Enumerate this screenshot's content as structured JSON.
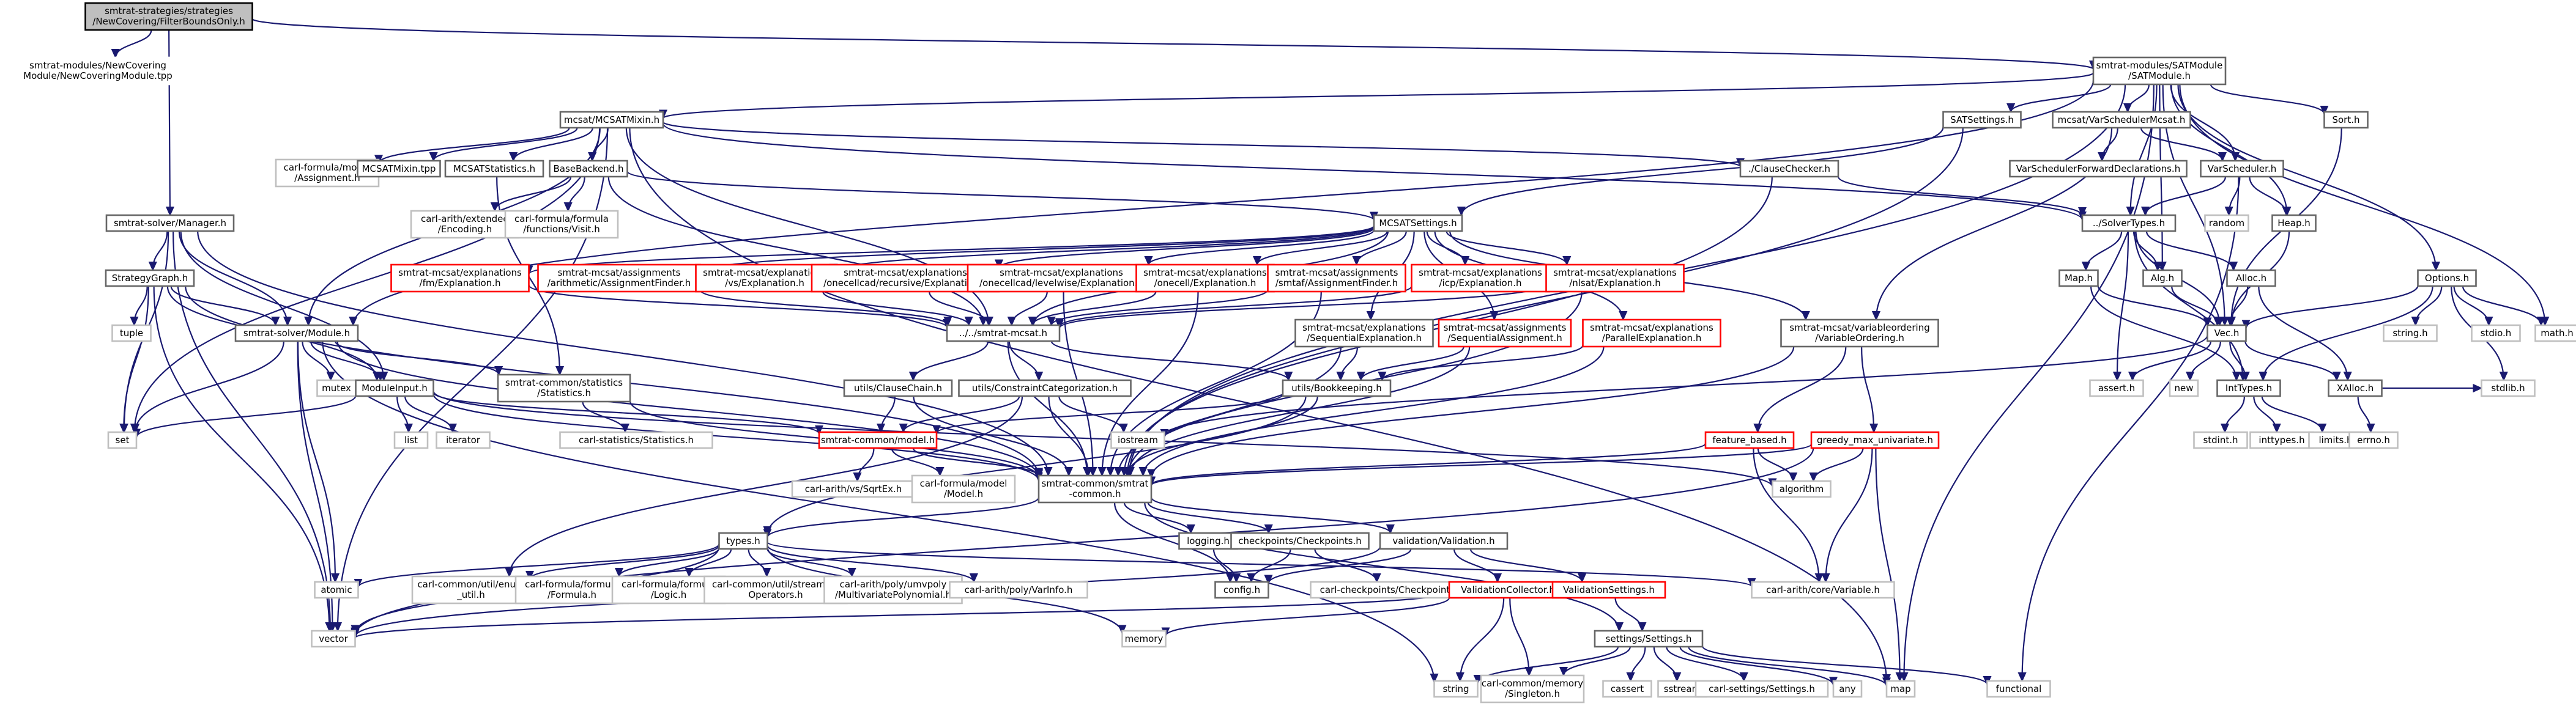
{
  "colors": {
    "edge": "#191970",
    "root_fill": "#bfbfbf",
    "root_border": "#000000",
    "node_border": "#666666",
    "incomplete_border": "#ff0000",
    "system_border": "#bfbfbf",
    "system_text": "#555555"
  },
  "nodes": [
    {
      "id": "n0",
      "lines": [
        "smtrat-strategies/strategies",
        "/NewCovering/FilterBoundsOnly.h"
      ],
      "kind": "root"
    },
    {
      "id": "n1",
      "lines": [
        "smtrat-modules/NewCovering",
        "Module/NewCoveringModule.tpp"
      ],
      "kind": "plain"
    },
    {
      "id": "n2",
      "lines": [
        "smtrat-modules/SATModule",
        "/SATModule.h"
      ],
      "kind": "normal"
    },
    {
      "id": "n3",
      "lines": [
        "smtrat-solver/Manager.h"
      ],
      "kind": "normal"
    },
    {
      "id": "n4",
      "lines": [
        "mcsat/MCSATMixin.h"
      ],
      "kind": "normal"
    },
    {
      "id": "n5",
      "lines": [
        "SATSettings.h"
      ],
      "kind": "normal"
    },
    {
      "id": "n6",
      "lines": [
        "mcsat/VarSchedulerMcsat.h"
      ],
      "kind": "normal"
    },
    {
      "id": "n7",
      "lines": [
        "Sort.h"
      ],
      "kind": "normal"
    },
    {
      "id": "n8",
      "lines": [
        "carl-formula/model",
        "/Assignment.h"
      ],
      "kind": "system"
    },
    {
      "id": "n9",
      "lines": [
        "MCSATMixin.tpp"
      ],
      "kind": "normal"
    },
    {
      "id": "n10",
      "lines": [
        "MCSATStatistics.h"
      ],
      "kind": "normal"
    },
    {
      "id": "n11",
      "lines": [
        "BaseBackend.h"
      ],
      "kind": "normal"
    },
    {
      "id": "n12",
      "lines": [
        "./ClauseChecker.h"
      ],
      "kind": "normal"
    },
    {
      "id": "n13",
      "lines": [
        "VarSchedulerForwardDeclarations.h"
      ],
      "kind": "normal"
    },
    {
      "id": "n14",
      "lines": [
        "VarScheduler.h"
      ],
      "kind": "normal"
    },
    {
      "id": "n15",
      "lines": [
        "carl-arith/extended",
        "/Encoding.h"
      ],
      "kind": "system"
    },
    {
      "id": "n16",
      "lines": [
        "carl-formula/formula",
        "/functions/Visit.h"
      ],
      "kind": "system"
    },
    {
      "id": "n17",
      "lines": [
        "MCSATSettings.h"
      ],
      "kind": "normal"
    },
    {
      "id": "n18",
      "lines": [
        "../SolverTypes.h"
      ],
      "kind": "normal"
    },
    {
      "id": "n19",
      "lines": [
        "random"
      ],
      "kind": "system"
    },
    {
      "id": "n20",
      "lines": [
        "Heap.h"
      ],
      "kind": "normal"
    },
    {
      "id": "n21",
      "lines": [
        "StrategyGraph.h"
      ],
      "kind": "normal"
    },
    {
      "id": "n22",
      "lines": [
        "smtrat-mcsat/explanations",
        "/fm/Explanation.h"
      ],
      "kind": "incomplete"
    },
    {
      "id": "n23",
      "lines": [
        "smtrat-mcsat/assignments",
        "/arithmetic/AssignmentFinder.h"
      ],
      "kind": "incomplete"
    },
    {
      "id": "n24",
      "lines": [
        "smtrat-mcsat/explanations",
        "/vs/Explanation.h"
      ],
      "kind": "incomplete"
    },
    {
      "id": "n25",
      "lines": [
        "smtrat-mcsat/explanations",
        "/onecellcad/recursive/Explanation.h"
      ],
      "kind": "incomplete"
    },
    {
      "id": "n26",
      "lines": [
        "smtrat-mcsat/explanations",
        "/onecellcad/levelwise/Explanation.h"
      ],
      "kind": "incomplete"
    },
    {
      "id": "n27",
      "lines": [
        "smtrat-mcsat/explanations",
        "/onecell/Explanation.h"
      ],
      "kind": "incomplete"
    },
    {
      "id": "n28",
      "lines": [
        "smtrat-mcsat/assignments",
        "/smtaf/AssignmentFinder.h"
      ],
      "kind": "incomplete"
    },
    {
      "id": "n29",
      "lines": [
        "smtrat-mcsat/explanations",
        "/icp/Explanation.h"
      ],
      "kind": "incomplete"
    },
    {
      "id": "n30",
      "lines": [
        "smtrat-mcsat/explanations",
        "/nlsat/Explanation.h"
      ],
      "kind": "incomplete"
    },
    {
      "id": "n31",
      "lines": [
        "Map.h"
      ],
      "kind": "normal"
    },
    {
      "id": "n32",
      "lines": [
        "Alg.h"
      ],
      "kind": "normal"
    },
    {
      "id": "n33",
      "lines": [
        "Alloc.h"
      ],
      "kind": "normal"
    },
    {
      "id": "n34",
      "lines": [
        "Options.h"
      ],
      "kind": "normal"
    },
    {
      "id": "n35",
      "lines": [
        "tuple"
      ],
      "kind": "system"
    },
    {
      "id": "n36",
      "lines": [
        "smtrat-solver/Module.h"
      ],
      "kind": "normal"
    },
    {
      "id": "n37",
      "lines": [
        "../../smtrat-mcsat.h"
      ],
      "kind": "normal"
    },
    {
      "id": "n38",
      "lines": [
        "smtrat-mcsat/explanations",
        "/SequentialExplanation.h"
      ],
      "kind": "normal"
    },
    {
      "id": "n39",
      "lines": [
        "smtrat-mcsat/assignments",
        "/SequentialAssignment.h"
      ],
      "kind": "incomplete"
    },
    {
      "id": "n40",
      "lines": [
        "smtrat-mcsat/explanations",
        "/ParallelExplanation.h"
      ],
      "kind": "incomplete"
    },
    {
      "id": "n41",
      "lines": [
        "smtrat-mcsat/variableordering",
        "/VariableOrdering.h"
      ],
      "kind": "normal"
    },
    {
      "id": "n42",
      "lines": [
        "Vec.h"
      ],
      "kind": "normal"
    },
    {
      "id": "n43",
      "lines": [
        "string.h"
      ],
      "kind": "system"
    },
    {
      "id": "n44",
      "lines": [
        "stdio.h"
      ],
      "kind": "system"
    },
    {
      "id": "n45",
      "lines": [
        "math.h"
      ],
      "kind": "system"
    },
    {
      "id": "n46",
      "lines": [
        "mutex"
      ],
      "kind": "system"
    },
    {
      "id": "n47",
      "lines": [
        "smtrat-common/statistics",
        "/Statistics.h"
      ],
      "kind": "normal"
    },
    {
      "id": "n48",
      "lines": [
        "ModuleInput.h"
      ],
      "kind": "normal"
    },
    {
      "id": "n49",
      "lines": [
        "utils/ClauseChain.h"
      ],
      "kind": "normal"
    },
    {
      "id": "n50",
      "lines": [
        "utils/ConstraintCategorization.h"
      ],
      "kind": "normal"
    },
    {
      "id": "n51",
      "lines": [
        "utils/Bookkeeping.h"
      ],
      "kind": "normal"
    },
    {
      "id": "n52",
      "lines": [
        "assert.h"
      ],
      "kind": "system"
    },
    {
      "id": "n53",
      "lines": [
        "new"
      ],
      "kind": "system"
    },
    {
      "id": "n54",
      "lines": [
        "IntTypes.h"
      ],
      "kind": "normal"
    },
    {
      "id": "n55",
      "lines": [
        "XAlloc.h"
      ],
      "kind": "normal"
    },
    {
      "id": "n56",
      "lines": [
        "stdlib.h"
      ],
      "kind": "system"
    },
    {
      "id": "n57",
      "lines": [
        "set"
      ],
      "kind": "system"
    },
    {
      "id": "n58",
      "lines": [
        "list"
      ],
      "kind": "system"
    },
    {
      "id": "n59",
      "lines": [
        "iterator"
      ],
      "kind": "system"
    },
    {
      "id": "n60",
      "lines": [
        "carl-statistics/Statistics.h"
      ],
      "kind": "system"
    },
    {
      "id": "n61",
      "lines": [
        "smtrat-common/model.h"
      ],
      "kind": "incomplete"
    },
    {
      "id": "n62",
      "lines": [
        "iostream"
      ],
      "kind": "system"
    },
    {
      "id": "n63",
      "lines": [
        "feature_based.h"
      ],
      "kind": "incomplete"
    },
    {
      "id": "n64",
      "lines": [
        "greedy_max_univariate.h"
      ],
      "kind": "incomplete"
    },
    {
      "id": "n65",
      "lines": [
        "stdint.h"
      ],
      "kind": "system"
    },
    {
      "id": "n66",
      "lines": [
        "inttypes.h"
      ],
      "kind": "system"
    },
    {
      "id": "n67",
      "lines": [
        "limits.h"
      ],
      "kind": "system"
    },
    {
      "id": "n68",
      "lines": [
        "errno.h"
      ],
      "kind": "system"
    },
    {
      "id": "n69",
      "lines": [
        "carl-arith/vs/SqrtEx.h"
      ],
      "kind": "system"
    },
    {
      "id": "n70",
      "lines": [
        "carl-formula/model",
        "/Model.h"
      ],
      "kind": "system"
    },
    {
      "id": "n71",
      "lines": [
        "smtrat-common/smtrat",
        "-common.h"
      ],
      "kind": "normal"
    },
    {
      "id": "n72",
      "lines": [
        "algorithm"
      ],
      "kind": "system"
    },
    {
      "id": "n73",
      "lines": [
        "types.h"
      ],
      "kind": "normal"
    },
    {
      "id": "n74",
      "lines": [
        "logging.h"
      ],
      "kind": "normal"
    },
    {
      "id": "n75",
      "lines": [
        "checkpoints/Checkpoints.h"
      ],
      "kind": "normal"
    },
    {
      "id": "n76",
      "lines": [
        "validation/Validation.h"
      ],
      "kind": "normal"
    },
    {
      "id": "n77",
      "lines": [
        "atomic"
      ],
      "kind": "system"
    },
    {
      "id": "n78",
      "lines": [
        "carl-common/util/enum",
        "_util.h"
      ],
      "kind": "system"
    },
    {
      "id": "n79",
      "lines": [
        "carl-formula/formula",
        "/Formula.h"
      ],
      "kind": "system"
    },
    {
      "id": "n80",
      "lines": [
        "carl-formula/formula",
        "/Logic.h"
      ],
      "kind": "system"
    },
    {
      "id": "n81",
      "lines": [
        "carl-common/util/streaming",
        "Operators.h"
      ],
      "kind": "system"
    },
    {
      "id": "n82",
      "lines": [
        "carl-arith/poly/umvpoly",
        "/MultivariatePolynomial.h"
      ],
      "kind": "system"
    },
    {
      "id": "n83",
      "lines": [
        "carl-arith/poly/VarInfo.h"
      ],
      "kind": "system"
    },
    {
      "id": "n84",
      "lines": [
        "config.h"
      ],
      "kind": "normal"
    },
    {
      "id": "n85",
      "lines": [
        "carl-checkpoints/Checkpoints.h"
      ],
      "kind": "system"
    },
    {
      "id": "n86",
      "lines": [
        "ValidationCollector.h"
      ],
      "kind": "incomplete"
    },
    {
      "id": "n87",
      "lines": [
        "ValidationSettings.h"
      ],
      "kind": "incomplete"
    },
    {
      "id": "n88",
      "lines": [
        "carl-arith/core/Variable.h"
      ],
      "kind": "system"
    },
    {
      "id": "n89",
      "lines": [
        "vector"
      ],
      "kind": "system"
    },
    {
      "id": "n90",
      "lines": [
        "memory"
      ],
      "kind": "system"
    },
    {
      "id": "n91",
      "lines": [
        "settings/Settings.h"
      ],
      "kind": "normal"
    },
    {
      "id": "n92",
      "lines": [
        "string"
      ],
      "kind": "system"
    },
    {
      "id": "n93",
      "lines": [
        "carl-common/memory",
        "/Singleton.h"
      ],
      "kind": "system"
    },
    {
      "id": "n94",
      "lines": [
        "cassert"
      ],
      "kind": "system"
    },
    {
      "id": "n95",
      "lines": [
        "sstream"
      ],
      "kind": "system"
    },
    {
      "id": "n96",
      "lines": [
        "carl-settings/Settings.h"
      ],
      "kind": "system"
    },
    {
      "id": "n97",
      "lines": [
        "any"
      ],
      "kind": "system"
    },
    {
      "id": "n98",
      "lines": [
        "map"
      ],
      "kind": "system"
    },
    {
      "id": "n99",
      "lines": [
        "functional"
      ],
      "kind": "system"
    }
  ],
  "edges": [
    [
      "n0",
      "n1"
    ],
    [
      "n0",
      "n2"
    ],
    [
      "n0",
      "n3"
    ],
    [
      "n2",
      "n4"
    ],
    [
      "n2",
      "n5"
    ],
    [
      "n2",
      "n6"
    ],
    [
      "n2",
      "n7"
    ],
    [
      "n2",
      "n14"
    ],
    [
      "n2",
      "n18"
    ],
    [
      "n2",
      "n20"
    ],
    [
      "n2",
      "n32"
    ],
    [
      "n2",
      "n34"
    ],
    [
      "n2",
      "n42"
    ],
    [
      "n2",
      "n45"
    ],
    [
      "n2",
      "n71"
    ],
    [
      "n2",
      "n98"
    ],
    [
      "n2",
      "n36"
    ],
    [
      "n4",
      "n8"
    ],
    [
      "n4",
      "n9"
    ],
    [
      "n4",
      "n10"
    ],
    [
      "n4",
      "n11"
    ],
    [
      "n4",
      "n12"
    ],
    [
      "n4",
      "n18"
    ],
    [
      "n4",
      "n37"
    ],
    [
      "n4",
      "n57"
    ],
    [
      "n4",
      "n89"
    ],
    [
      "n4",
      "n36"
    ],
    [
      "n4",
      "n98"
    ],
    [
      "n5",
      "n17"
    ],
    [
      "n5",
      "n71"
    ],
    [
      "n6",
      "n13"
    ],
    [
      "n6",
      "n14"
    ],
    [
      "n6",
      "n41"
    ],
    [
      "n7",
      "n42"
    ],
    [
      "n10",
      "n47"
    ],
    [
      "n11",
      "n15"
    ],
    [
      "n11",
      "n16"
    ],
    [
      "n11",
      "n17"
    ],
    [
      "n11",
      "n37"
    ],
    [
      "n12",
      "n18"
    ],
    [
      "n12",
      "n71"
    ],
    [
      "n14",
      "n18"
    ],
    [
      "n14",
      "n19"
    ],
    [
      "n14",
      "n20"
    ],
    [
      "n14",
      "n99"
    ],
    [
      "n17",
      "n22"
    ],
    [
      "n17",
      "n23"
    ],
    [
      "n17",
      "n24"
    ],
    [
      "n17",
      "n25"
    ],
    [
      "n17",
      "n26"
    ],
    [
      "n17",
      "n27"
    ],
    [
      "n17",
      "n28"
    ],
    [
      "n17",
      "n29"
    ],
    [
      "n17",
      "n30"
    ],
    [
      "n17",
      "n38"
    ],
    [
      "n17",
      "n39"
    ],
    [
      "n17",
      "n40"
    ],
    [
      "n17",
      "n41"
    ],
    [
      "n17",
      "n37"
    ],
    [
      "n18",
      "n31"
    ],
    [
      "n18",
      "n32"
    ],
    [
      "n18",
      "n33"
    ],
    [
      "n18",
      "n42"
    ],
    [
      "n18",
      "n54"
    ],
    [
      "n18",
      "n52"
    ],
    [
      "n20",
      "n42"
    ],
    [
      "n31",
      "n42"
    ],
    [
      "n31",
      "n54"
    ],
    [
      "n32",
      "n42"
    ],
    [
      "n33",
      "n42"
    ],
    [
      "n33",
      "n55"
    ],
    [
      "n3",
      "n21"
    ],
    [
      "n3",
      "n36"
    ],
    [
      "n3",
      "n48"
    ],
    [
      "n3",
      "n71"
    ],
    [
      "n3",
      "n57"
    ],
    [
      "n3",
      "n89"
    ],
    [
      "n21",
      "n35"
    ],
    [
      "n21",
      "n36"
    ],
    [
      "n21",
      "n48"
    ],
    [
      "n21",
      "n57"
    ],
    [
      "n21",
      "n71"
    ],
    [
      "n21",
      "n89"
    ],
    [
      "n22",
      "n37"
    ],
    [
      "n23",
      "n37"
    ],
    [
      "n24",
      "n37"
    ],
    [
      "n25",
      "n37"
    ],
    [
      "n26",
      "n37"
    ],
    [
      "n26",
      "n71"
    ],
    [
      "n27",
      "n37"
    ],
    [
      "n27",
      "n71"
    ],
    [
      "n28",
      "n37"
    ],
    [
      "n28",
      "n71"
    ],
    [
      "n29",
      "n37"
    ],
    [
      "n30",
      "n37"
    ],
    [
      "n30",
      "n71"
    ],
    [
      "n34",
      "n42"
    ],
    [
      "n34",
      "n43"
    ],
    [
      "n34",
      "n44"
    ],
    [
      "n34",
      "n45"
    ],
    [
      "n34",
      "n54"
    ],
    [
      "n34",
      "n56"
    ],
    [
      "n36",
      "n46"
    ],
    [
      "n36",
      "n47"
    ],
    [
      "n36",
      "n48"
    ],
    [
      "n36",
      "n57"
    ],
    [
      "n36",
      "n71"
    ],
    [
      "n36",
      "n77"
    ],
    [
      "n36",
      "n89"
    ],
    [
      "n36",
      "n92"
    ],
    [
      "n37",
      "n49"
    ],
    [
      "n37",
      "n50"
    ],
    [
      "n37",
      "n51"
    ],
    [
      "n37",
      "n71"
    ],
    [
      "n38",
      "n51"
    ],
    [
      "n38",
      "n71"
    ],
    [
      "n39",
      "n51"
    ],
    [
      "n39",
      "n71"
    ],
    [
      "n40",
      "n51"
    ],
    [
      "n40",
      "n71"
    ],
    [
      "n41",
      "n63"
    ],
    [
      "n41",
      "n64"
    ],
    [
      "n41",
      "n71"
    ],
    [
      "n42",
      "n52"
    ],
    [
      "n42",
      "n53"
    ],
    [
      "n42",
      "n54"
    ],
    [
      "n42",
      "n55"
    ],
    [
      "n42",
      "n62"
    ],
    [
      "n47",
      "n60"
    ],
    [
      "n47",
      "n71"
    ],
    [
      "n48",
      "n57"
    ],
    [
      "n48",
      "n58"
    ],
    [
      "n48",
      "n59"
    ],
    [
      "n48",
      "n61"
    ],
    [
      "n48",
      "n71"
    ],
    [
      "n48",
      "n72"
    ],
    [
      "n49",
      "n61"
    ],
    [
      "n49",
      "n71"
    ],
    [
      "n50",
      "n61"
    ],
    [
      "n50",
      "n62"
    ],
    [
      "n50",
      "n71"
    ],
    [
      "n50",
      "n78"
    ],
    [
      "n51",
      "n61"
    ],
    [
      "n51",
      "n71"
    ],
    [
      "n51",
      "n73"
    ],
    [
      "n54",
      "n65"
    ],
    [
      "n54",
      "n66"
    ],
    [
      "n54",
      "n67"
    ],
    [
      "n55",
      "n56"
    ],
    [
      "n55",
      "n68"
    ],
    [
      "n61",
      "n69"
    ],
    [
      "n61",
      "n70"
    ],
    [
      "n61",
      "n71"
    ],
    [
      "n63",
      "n71"
    ],
    [
      "n63",
      "n72"
    ],
    [
      "n63",
      "n88"
    ],
    [
      "n64",
      "n71"
    ],
    [
      "n64",
      "n72"
    ],
    [
      "n64",
      "n88"
    ],
    [
      "n64",
      "n89"
    ],
    [
      "n64",
      "n98"
    ],
    [
      "n71",
      "n73"
    ],
    [
      "n71",
      "n74"
    ],
    [
      "n71",
      "n75"
    ],
    [
      "n71",
      "n76"
    ],
    [
      "n71",
      "n84"
    ],
    [
      "n71",
      "n91"
    ],
    [
      "n73",
      "n77"
    ],
    [
      "n73",
      "n78"
    ],
    [
      "n73",
      "n79"
    ],
    [
      "n73",
      "n80"
    ],
    [
      "n73",
      "n81"
    ],
    [
      "n73",
      "n82"
    ],
    [
      "n73",
      "n83"
    ],
    [
      "n73",
      "n88"
    ],
    [
      "n73",
      "n89"
    ],
    [
      "n73",
      "n90"
    ],
    [
      "n74",
      "n84"
    ],
    [
      "n75",
      "n84"
    ],
    [
      "n75",
      "n85"
    ],
    [
      "n76",
      "n84"
    ],
    [
      "n76",
      "n86"
    ],
    [
      "n76",
      "n87"
    ],
    [
      "n76",
      "n89"
    ],
    [
      "n86",
      "n89"
    ],
    [
      "n86",
      "n90"
    ],
    [
      "n86",
      "n92"
    ],
    [
      "n86",
      "n93"
    ],
    [
      "n87",
      "n91"
    ],
    [
      "n91",
      "n92"
    ],
    [
      "n91",
      "n93"
    ],
    [
      "n91",
      "n94"
    ],
    [
      "n91",
      "n95"
    ],
    [
      "n91",
      "n96"
    ],
    [
      "n91",
      "n97"
    ],
    [
      "n91",
      "n98"
    ],
    [
      "n91",
      "n99"
    ]
  ]
}
